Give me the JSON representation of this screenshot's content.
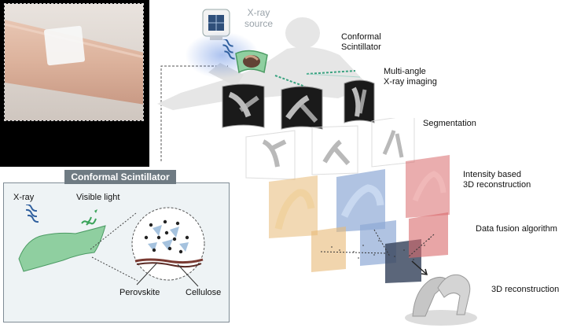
{
  "xray_source": {
    "line1": "X-ray",
    "line2": "source"
  },
  "conformal_scintillator": {
    "line1": "Conformal",
    "line2": "Scintillator"
  },
  "multi_angle": {
    "line1": "Multi-angle",
    "line2": "X-ray imaging"
  },
  "segmentation": "Segmentation",
  "intensity": {
    "line1": "Intensity based",
    "line2": "3D reconstruction"
  },
  "data_fusion": "Data fusion algorithm",
  "reconstruction": "3D reconstruction",
  "inset": {
    "title": "Conformal Scintillator",
    "xray": "X-ray",
    "visible_light": "Visible light",
    "perovskite": "Perovskite",
    "cellulose": "Cellulose"
  },
  "colors": {
    "film_green": "#8fcfa0",
    "xray_blue": "#2f5f9e",
    "light_green": "#3aa35a",
    "panel_orange": "#e8b977",
    "panel_blue": "#8fa9d6",
    "panel_red": "#d9696b",
    "inset_title_bg": "#6f7b83"
  }
}
